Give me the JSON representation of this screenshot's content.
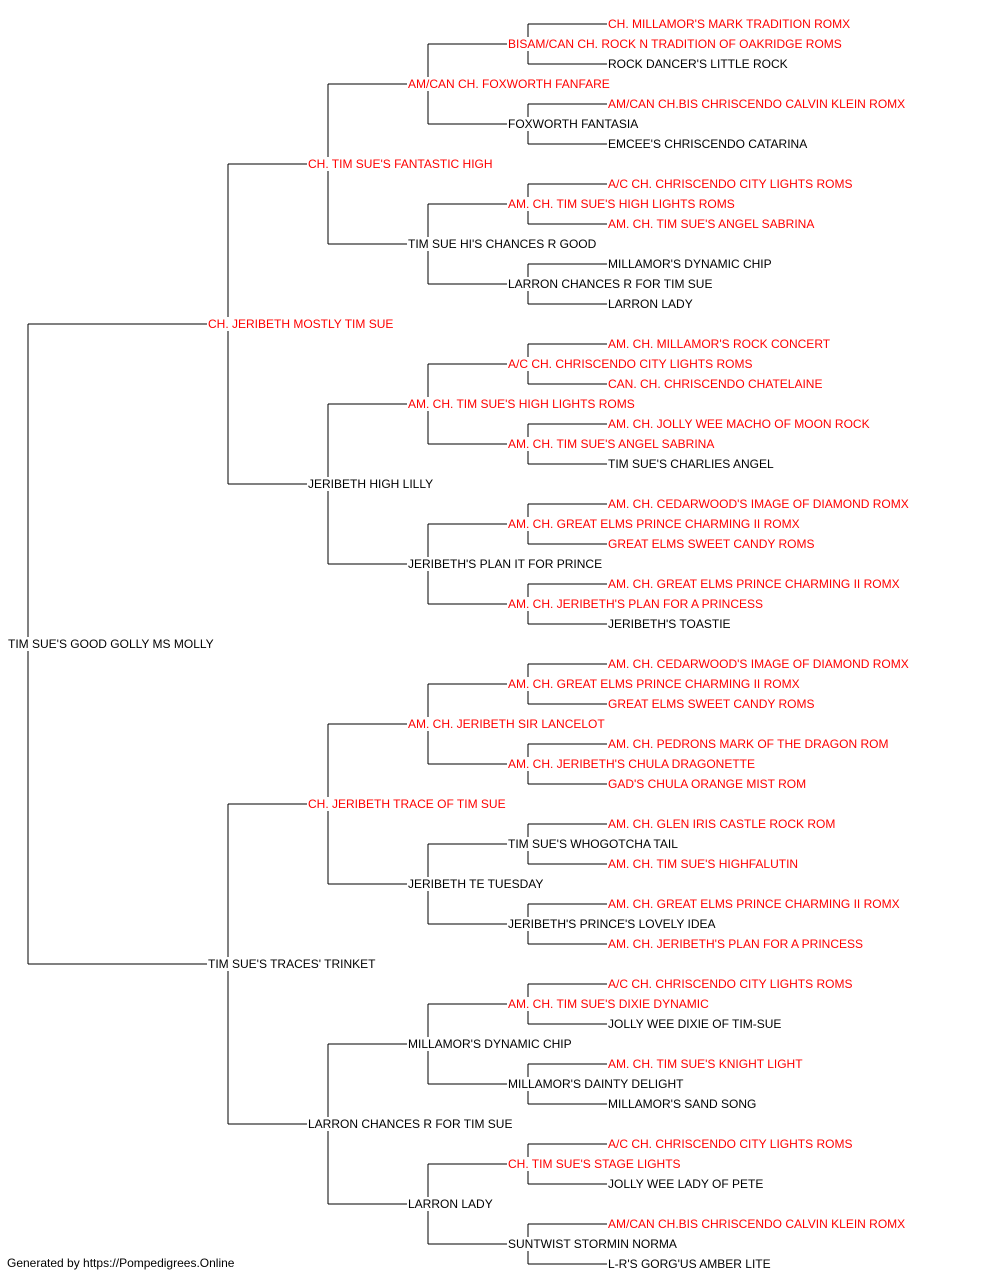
{
  "colors": {
    "champion": "#ff0000",
    "regular": "#000000",
    "line": "#000000"
  },
  "pedigree": {
    "dog": "TIM SUE'S GOOD GOLLY MS MOLLY",
    "ancestors": [
      {
        "name": "CH. JERIBETH MOSTLY TIM SUE",
        "champion": true
      },
      {
        "name": "CH. TIM SUE'S FANTASTIC HIGH",
        "champion": true
      },
      {
        "name": "AM/CAN CH. FOXWORTH FANFARE",
        "champion": true
      },
      {
        "name": "BISAM/CAN CH. ROCK N TRADITION OF OAKRIDGE ROMS",
        "champion": true
      },
      {
        "name": "CH. MILLAMOR'S MARK TRADITION ROMX",
        "champion": true
      },
      {
        "name": "ROCK DANCER'S LITTLE ROCK",
        "champion": false
      },
      {
        "name": "FOXWORTH FANTASIA",
        "champion": false
      },
      {
        "name": "AM/CAN CH.BIS CHRISCENDO CALVIN KLEIN ROMX",
        "champion": true
      },
      {
        "name": "EMCEE'S CHRISCENDO CATARINA",
        "champion": false
      },
      {
        "name": "TIM SUE HI'S CHANCES R GOOD",
        "champion": false
      },
      {
        "name": "AM. CH. TIM SUE'S HIGH LIGHTS ROMS",
        "champion": true
      },
      {
        "name": "A/C CH. CHRISCENDO CITY LIGHTS ROMS",
        "champion": true
      },
      {
        "name": "AM. CH. TIM SUE'S ANGEL SABRINA",
        "champion": true
      },
      {
        "name": "LARRON CHANCES R FOR TIM SUE",
        "champion": false
      },
      {
        "name": "MILLAMOR'S DYNAMIC CHIP",
        "champion": false
      },
      {
        "name": "LARRON LADY",
        "champion": false
      },
      {
        "name": "JERIBETH HIGH LILLY",
        "champion": false
      },
      {
        "name": "AM. CH. TIM SUE'S HIGH LIGHTS ROMS",
        "champion": true
      },
      {
        "name": "A/C CH. CHRISCENDO CITY LIGHTS ROMS",
        "champion": true
      },
      {
        "name": "AM. CH. MILLAMOR'S ROCK CONCERT",
        "champion": true
      },
      {
        "name": "CAN. CH. CHRISCENDO CHATELAINE",
        "champion": true
      },
      {
        "name": "AM. CH. TIM SUE'S ANGEL SABRINA",
        "champion": true
      },
      {
        "name": "AM. CH. JOLLY WEE MACHO OF MOON ROCK",
        "champion": true
      },
      {
        "name": "TIM SUE'S CHARLIES ANGEL",
        "champion": false
      },
      {
        "name": "JERIBETH'S PLAN IT FOR PRINCE",
        "champion": false
      },
      {
        "name": "AM. CH. GREAT ELMS PRINCE CHARMING II ROMX",
        "champion": true
      },
      {
        "name": "AM. CH. CEDARWOOD'S IMAGE OF DIAMOND ROMX",
        "champion": true
      },
      {
        "name": "GREAT ELMS SWEET CANDY ROMS",
        "champion": true
      },
      {
        "name": "AM. CH. JERIBETH'S PLAN FOR A PRINCESS",
        "champion": true
      },
      {
        "name": "AM. CH. GREAT ELMS PRINCE CHARMING II ROMX",
        "champion": true
      },
      {
        "name": "JERIBETH'S TOASTIE",
        "champion": false
      },
      {
        "name": "TIM SUE'S TRACES' TRINKET",
        "champion": false
      },
      {
        "name": "CH. JERIBETH TRACE OF TIM SUE",
        "champion": true
      },
      {
        "name": "AM. CH. JERIBETH SIR LANCELOT",
        "champion": true
      },
      {
        "name": "AM. CH. GREAT ELMS PRINCE CHARMING II ROMX",
        "champion": true
      },
      {
        "name": "AM. CH. CEDARWOOD'S IMAGE OF DIAMOND ROMX",
        "champion": true
      },
      {
        "name": "GREAT ELMS SWEET CANDY ROMS",
        "champion": true
      },
      {
        "name": "AM. CH. JERIBETH'S CHULA DRAGONETTE",
        "champion": true
      },
      {
        "name": "AM. CH. PEDRONS MARK OF THE DRAGON ROM",
        "champion": true
      },
      {
        "name": "GAD'S CHULA ORANGE MIST ROM",
        "champion": true
      },
      {
        "name": "JERIBETH TE TUESDAY",
        "champion": false
      },
      {
        "name": "TIM SUE'S WHOGOTCHA TAIL",
        "champion": false
      },
      {
        "name": "AM. CH. GLEN IRIS CASTLE ROCK ROM",
        "champion": true
      },
      {
        "name": "AM. CH. TIM SUE'S HIGHFALUTIN",
        "champion": true
      },
      {
        "name": "JERIBETH'S PRINCE'S LOVELY IDEA",
        "champion": false
      },
      {
        "name": "AM. CH. GREAT ELMS PRINCE CHARMING II ROMX",
        "champion": true
      },
      {
        "name": "AM. CH. JERIBETH'S PLAN FOR A PRINCESS",
        "champion": true
      },
      {
        "name": "LARRON CHANCES R FOR TIM SUE",
        "champion": false
      },
      {
        "name": "MILLAMOR'S DYNAMIC CHIP",
        "champion": false
      },
      {
        "name": "AM. CH. TIM SUE'S DIXIE DYNAMIC",
        "champion": true
      },
      {
        "name": "A/C CH. CHRISCENDO CITY LIGHTS ROMS",
        "champion": true
      },
      {
        "name": "JOLLY WEE DIXIE OF TIM-SUE",
        "champion": false
      },
      {
        "name": "MILLAMOR'S DAINTY DELIGHT",
        "champion": false
      },
      {
        "name": "AM. CH. TIM SUE'S KNIGHT LIGHT",
        "champion": true
      },
      {
        "name": "MILLAMOR'S SAND SONG",
        "champion": false
      },
      {
        "name": "LARRON LADY",
        "champion": false
      },
      {
        "name": "CH. TIM SUE'S STAGE LIGHTS",
        "champion": true
      },
      {
        "name": "A/C CH. CHRISCENDO CITY LIGHTS ROMS",
        "champion": true
      },
      {
        "name": "JOLLY WEE LADY OF PETE",
        "champion": false
      },
      {
        "name": "SUNTWIST STORMIN NORMA",
        "champion": false
      },
      {
        "name": "AM/CAN CH.BIS CHRISCENDO CALVIN KLEIN ROMX",
        "champion": true
      },
      {
        "name": "L-R'S GORG'US AMBER LITE",
        "champion": false
      }
    ]
  },
  "footer": "Generated by https://Pompedigrees.Online"
}
